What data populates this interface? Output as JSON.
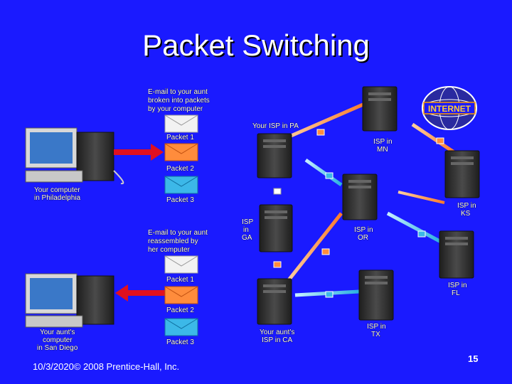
{
  "slide": {
    "title": "Packet Switching",
    "footer": "10/3/2020© 2008 Prentice-Hall, Inc.",
    "page_number": "15"
  },
  "diagram": {
    "internet_logo": "INTERNET",
    "labels": {
      "email_out": [
        "E-mail to your aunt",
        "broken into packets",
        "by your computer"
      ],
      "your_computer": [
        "Your computer",
        "in Philadelphia"
      ],
      "isp_pa": "Your ISP in PA",
      "isp_mn": [
        "ISP in",
        "MN"
      ],
      "isp_ga": [
        "ISP",
        "in",
        "GA"
      ],
      "isp_ks": [
        "ISP in",
        "KS"
      ],
      "isp_or": [
        "ISP in",
        "OR"
      ],
      "isp_fl": [
        "ISP in",
        "FL"
      ],
      "isp_tx": [
        "ISP in",
        "TX"
      ],
      "aunt_isp": [
        "Your aunt's",
        "ISP in CA"
      ],
      "email_in": [
        "E-mail to your aunt",
        "reassembled by",
        "her computer"
      ],
      "aunt_computer": [
        "Your aunt's",
        "computer",
        "in San Diego"
      ],
      "packets_out": [
        "Packet 1",
        "Packet 2",
        "Packet 3"
      ],
      "packets_in": [
        "Packet 1",
        "Packet 2",
        "Packet 3"
      ]
    },
    "colors": {
      "background": "#1a1aff",
      "packet1": "#f2f2f2",
      "packet2": "#ff8c3c",
      "packet3": "#3cb8e8",
      "arrow_red": "#e01020",
      "server": "#3a3a3a"
    }
  }
}
